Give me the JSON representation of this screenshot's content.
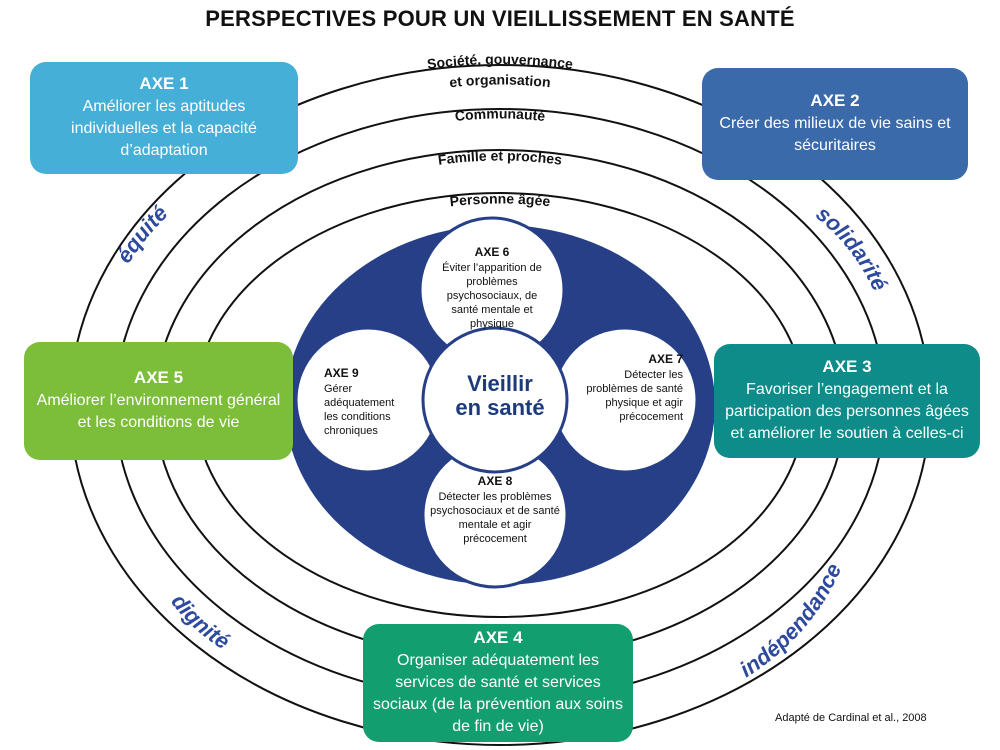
{
  "title": "PERSPECTIVES POUR UN VIEILLISSEMENT EN SANTÉ",
  "rings": {
    "societe_line1": "Société, gouvernance",
    "societe_line2": "et organisation",
    "communaute": "Communauté",
    "famille": "Famille et proches",
    "personne": "Personne âgée"
  },
  "values": {
    "equite": "équité",
    "solidarite": "solidarité",
    "dignite": "dignité",
    "independance": "indépendance"
  },
  "axes": {
    "axe1": {
      "label": "AXE 1",
      "text": "Améliorer les aptitudes individuelles et la capacité d’adaptation",
      "color": "#46afd8"
    },
    "axe2": {
      "label": "AXE 2",
      "text": "Créer des milieux de vie sains et sécuritaires",
      "color": "#3a6aaa"
    },
    "axe3": {
      "label": "AXE 3",
      "text": "Favoriser l’engagement et la participation des personnes âgées et améliorer le soutien à celles-ci",
      "color": "#0e8c8a"
    },
    "axe4": {
      "label": "AXE 4",
      "text": "Organiser adéquatement les services de santé et services sociaux (de la prévention aux soins de fin de vie)",
      "color": "#139e70"
    },
    "axe5": {
      "label": "AXE 5",
      "text": "Améliorer l’environnement général et les conditions de vie",
      "color": "#7cbd3a"
    },
    "axe6": {
      "label": "AXE 6",
      "text": "Éviter l’apparition de problèmes psychosociaux, de santé mentale et physique"
    },
    "axe7": {
      "label": "AXE 7",
      "text": "Détecter les problèmes de santé physique et agir précocement"
    },
    "axe8": {
      "label": "AXE 8",
      "text": "Détecter les problèmes psychosociaux et de santé mentale et agir précocement"
    },
    "axe9": {
      "label": "AXE 9",
      "text": "Gérer adéquatement les conditions chroniques"
    }
  },
  "center": {
    "line1": "Vieillir",
    "line2": "en santé"
  },
  "credit": "Adapté de Cardinal et al., 2008",
  "colors": {
    "ellipse_fill": "#263f87",
    "ring_stroke": "#111111",
    "center_text": "#1d3a7a",
    "value_text": "#2e4a9e"
  }
}
